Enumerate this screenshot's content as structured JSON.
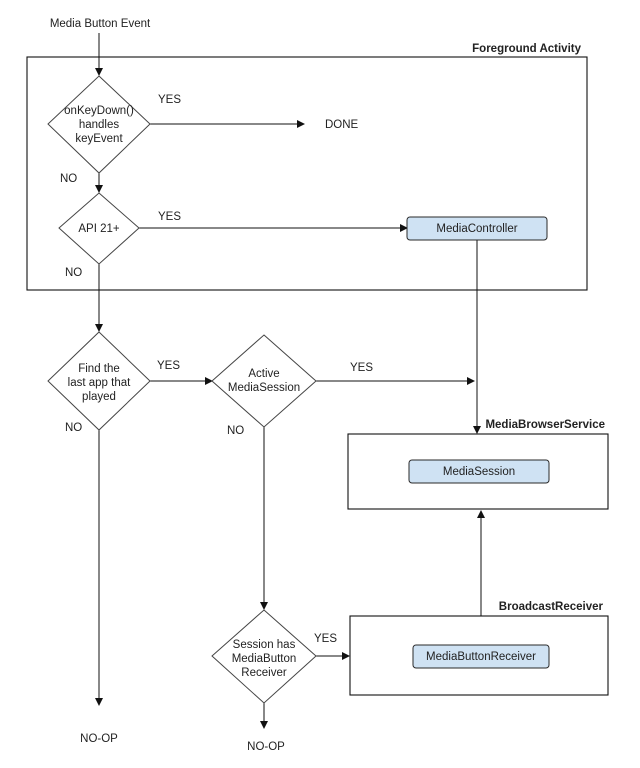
{
  "colors": {
    "component_fill": "#cfe2f3",
    "line": "#111111",
    "diamond_stroke": "#444444"
  },
  "labels": {
    "start": "Media Button Event",
    "foreground_activity": "Foreground Activity",
    "media_browser_service": "MediaBrowserService",
    "broadcast_receiver": "BroadcastReceiver",
    "done": "DONE",
    "noop_left": "NO-OP",
    "noop_bottom": "NO-OP"
  },
  "decisions": {
    "onkeydown": [
      "onKeyDown()",
      "handles",
      "keyEvent"
    ],
    "api21": [
      "API 21+"
    ],
    "find_last_app": [
      "Find the",
      "last app that",
      "played"
    ],
    "active_session": [
      "Active",
      "MediaSession"
    ],
    "session_has_receiver": [
      "Session has",
      "MediaButton",
      "Receiver"
    ]
  },
  "components": {
    "media_controller": "MediaController",
    "media_session": "MediaSession",
    "media_button_receiver": "MediaButtonReceiver"
  },
  "edge_labels": {
    "onkeydown_yes": "YES",
    "onkeydown_no": "NO",
    "api21_yes": "YES",
    "api21_no": "NO",
    "find_yes": "YES",
    "find_no": "NO",
    "active_yes": "YES",
    "active_no": "NO",
    "session_yes": "YES"
  }
}
